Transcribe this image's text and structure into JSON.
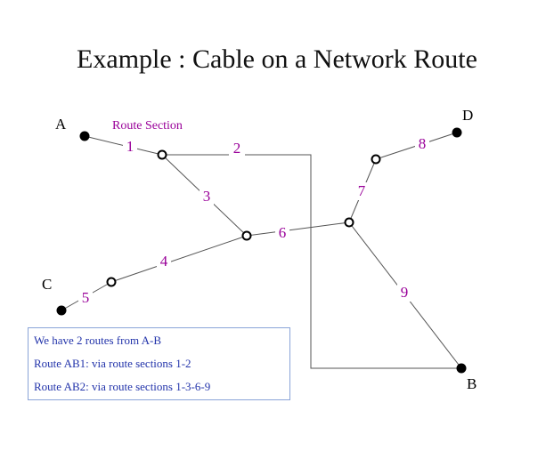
{
  "title": "Example : Cable on a Network Route",
  "colors": {
    "section_label": "#990099",
    "note_text": "#2233aa",
    "note_border": "#8aa4d8",
    "line": "#555555",
    "endpoint_fill": "#000000"
  },
  "endpoint_labels": {
    "A": "A",
    "B": "B",
    "C": "C",
    "D": "D"
  },
  "route_section_hint": "Route Section",
  "sections": {
    "s1": "1",
    "s2": "2",
    "s3": "3",
    "s4": "4",
    "s5": "5",
    "s6": "6",
    "s7": "7",
    "s8": "8",
    "s9": "9"
  },
  "notes": [
    "We have 2 routes from A-B",
    "Route AB1: via route sections 1-2",
    "Route AB2: via route sections 1-3-6-9"
  ]
}
